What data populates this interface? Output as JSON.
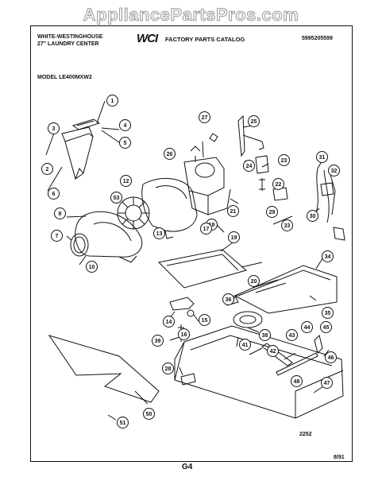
{
  "watermark": "AppliancePartsPros.com",
  "header": {
    "brand_line1": "WHITE-WESTINGHOUSE",
    "brand_line2": "27\" LAUNDRY CENTER",
    "logo": "WCI",
    "catalog": "FACTORY PARTS CATALOG",
    "part_number": "5995205599",
    "model": "MODEL LE400MXW2"
  },
  "callouts": [
    {
      "n": "1"
    },
    {
      "n": "2"
    },
    {
      "n": "3"
    },
    {
      "n": "4"
    },
    {
      "n": "5"
    },
    {
      "n": "6"
    },
    {
      "n": "7"
    },
    {
      "n": "8"
    },
    {
      "n": "10"
    },
    {
      "n": "12"
    },
    {
      "n": "53"
    },
    {
      "n": "13"
    },
    {
      "n": "26"
    },
    {
      "n": "27"
    },
    {
      "n": "25"
    },
    {
      "n": "24"
    },
    {
      "n": "23"
    },
    {
      "n": "22"
    },
    {
      "n": "21"
    },
    {
      "n": "18"
    },
    {
      "n": "17"
    },
    {
      "n": "19"
    },
    {
      "n": "31"
    },
    {
      "n": "32"
    },
    {
      "n": "29"
    },
    {
      "n": "30"
    },
    {
      "n": "33"
    },
    {
      "n": "34"
    },
    {
      "n": "20"
    },
    {
      "n": "36"
    },
    {
      "n": "35"
    },
    {
      "n": "14"
    },
    {
      "n": "15"
    },
    {
      "n": "16"
    },
    {
      "n": "39"
    },
    {
      "n": "38"
    },
    {
      "n": "44"
    },
    {
      "n": "45"
    },
    {
      "n": "43"
    },
    {
      "n": "41"
    },
    {
      "n": "42"
    },
    {
      "n": "46"
    },
    {
      "n": "28"
    },
    {
      "n": "48"
    },
    {
      "n": "47"
    },
    {
      "n": "50"
    },
    {
      "n": "51"
    }
  ],
  "footer": {
    "drawing_number": "2252",
    "date": "8/91",
    "page": "G4"
  }
}
